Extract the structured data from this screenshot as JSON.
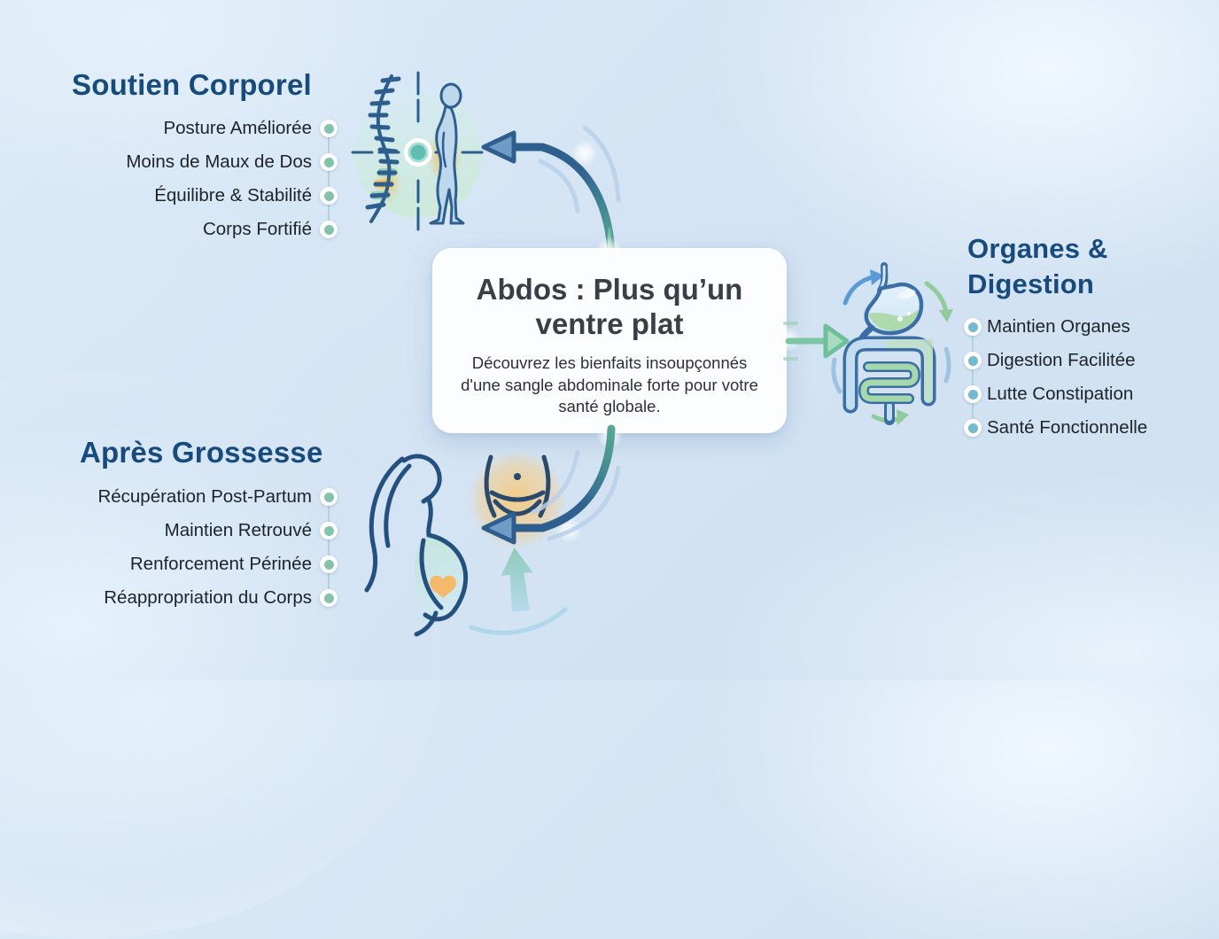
{
  "card": {
    "title": "Abdos : Plus qu’un ventre plat",
    "subtitle": "Découvrez les bienfaits insoupçonnés d'une sangle abdominale forte pour votre santé globale."
  },
  "sections": {
    "soutien_corporel": {
      "title": "Soutien Corporel",
      "items": [
        "Posture Améliorée",
        "Moins de Maux de Dos",
        "Équilibre & Stabilité",
        "Corps Fortifié"
      ]
    },
    "organes_digestion": {
      "title": "Organes & Digestion",
      "items": [
        "Maintien Organes",
        "Digestion Facilitée",
        "Lutte Constipation",
        "Santé Fonctionnelle"
      ]
    },
    "apres_grossesse": {
      "title": "Après Grossesse",
      "items": [
        "Récupération Post-Partum",
        "Maintien Retrouvé",
        "Renforcement Périnée",
        "Réappropriation du Corps"
      ]
    }
  },
  "icons": {
    "posture": "spine-posture-icon",
    "digestion": "digestive-system-icon",
    "pregnancy": "pregnant-woman-icon"
  },
  "colors": {
    "heading": "#174a7d",
    "body_text": "#1d2329",
    "card_title": "#3a3f46",
    "dot_teal": "#83c3ad",
    "dot_blue": "#74b9cd",
    "arrow_blue": "#2d5e8e",
    "arrow_green": "#7cc6a3",
    "background": "#d4e4f4"
  }
}
